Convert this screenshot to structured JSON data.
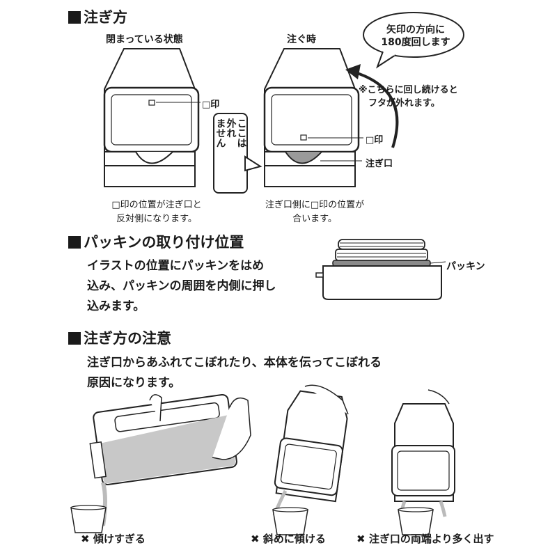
{
  "section1": {
    "title": "注ぎ方",
    "closed_label": "閉まっている状態",
    "pour_label": "注ぐ時",
    "mark_label_left": "□印",
    "mark_label_right": "□印",
    "spout_label": "注ぎ口",
    "vertical_callout": [
      "ここは",
      "外れ",
      "ません"
    ],
    "bubble_line1": "矢印の方向に",
    "bubble_line2": "180度回します",
    "note_line1": "※こちらに回し続けると",
    "note_line2": "フタが外れます。",
    "cap_left_line1": "□印の位置が注ぎ口と",
    "cap_left_line2": "反対側になります。",
    "cap_right_line1": "注ぎ口側に□印の位置が",
    "cap_right_line2": "合います。"
  },
  "section2": {
    "title": "パッキンの取り付け位置",
    "lines": [
      "イラストの位置にパッキンをはめ",
      "込み、パッキンの周囲を内側に押し",
      "込みます。"
    ],
    "packing_label": "パッキン"
  },
  "section3": {
    "title": "注ぎ方の注意",
    "lines": [
      "注ぎ口からあふれてこぼれたり、本体を伝ってこぼれる",
      "原因になります。"
    ],
    "mistake1": "傾けすぎる",
    "mistake2": "斜めに傾ける",
    "mistake3": "注ぎ口の両端より多く出す",
    "x_mark": "✖"
  },
  "colors": {
    "ink": "#1a1a1a",
    "liquid": "#c8c8c8",
    "spout": "#9a9a9a"
  }
}
